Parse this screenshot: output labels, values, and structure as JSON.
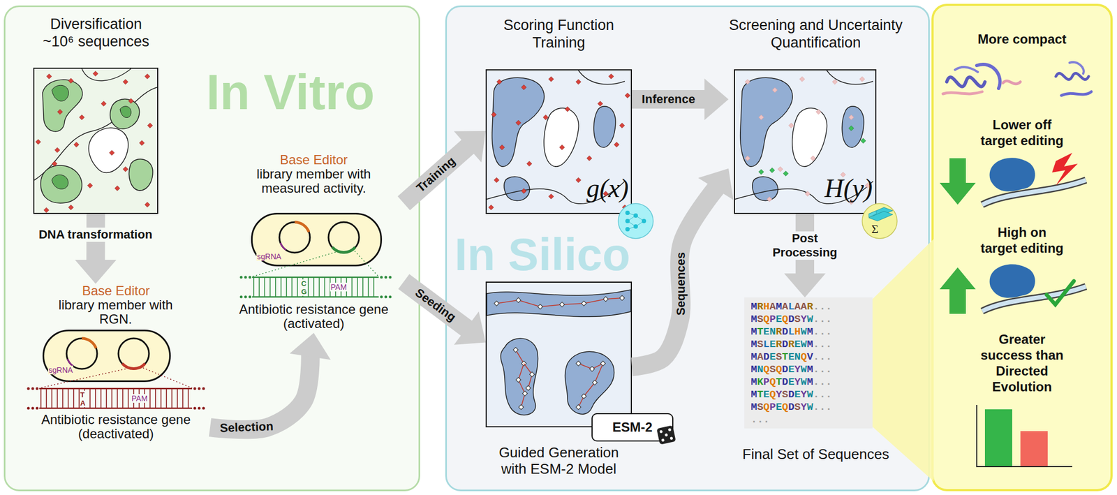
{
  "diagram": {
    "nodes": [
      {
        "text": [
          "In Vitro"
        ]
      },
      {
        "text": [
          "Diversification ~10⁶ sequences"
        ],
        "in": 0
      },
      {
        "text": [
          "Base Editor",
          "library member with RGN.",
          "Antibiotic resistance gene (deactivated)"
        ],
        "in": 0
      },
      {
        "text": [
          "Base Editor",
          "library member with measured activity.",
          "Antibiotic resistance gene (activated)"
        ],
        "in": 0
      },
      {
        "text": [
          "In Silico"
        ]
      },
      {
        "text": [
          "Scoring Function Training",
          "g(x)"
        ],
        "in": 4
      },
      {
        "text": [
          "Screening and Uncertainty Quantification",
          "H(y)"
        ],
        "in": 4
      },
      {
        "text": [
          "Guided Generation with ESM-2 Model"
        ],
        "in": 4
      },
      {
        "text": [
          "ESM-2"
        ],
        "in": 7
      },
      {
        "text": [
          "MRHAMALAAR...",
          "MSQPEQDSYW...",
          "MTENRDLHWM...",
          "MSLERDREWM...",
          "MADESTENQV...",
          "MNQSQDEYWM...",
          "MKPQTDEYWM...",
          "MTEQYSDEYW...",
          "MSQPEQDSYW...",
          "...",
          "Final Set of Sequences"
        ],
        "in": 4
      },
      {
        "text": [
          "More compact",
          "Lower off target editing",
          "High on target editing",
          "Greater success than Directed Evolution"
        ]
      }
    ],
    "edges": [
      {
        "from": 1,
        "to": 2,
        "arrow": "to",
        "label": "DNA transformation"
      },
      {
        "from": 2,
        "to": 3,
        "arrow": "to",
        "label": "Selection"
      },
      {
        "from": 3,
        "to": 5,
        "arrow": "to",
        "label": "Training"
      },
      {
        "from": 3,
        "to": 7,
        "arrow": "to",
        "label": "Seeding"
      },
      {
        "from": 5,
        "to": 6,
        "arrow": "to",
        "label": "Inference"
      },
      {
        "from": 7,
        "to": 6,
        "arrow": "to",
        "label": "Sequences"
      },
      {
        "from": 6,
        "to": 9,
        "arrow": "to",
        "label": "Post Processing"
      }
    ],
    "labels": [
      "sgRNA",
      "T",
      "A",
      "PAM",
      "sgRNA",
      "C",
      "G",
      "PAM",
      "Σ"
    ]
  }
}
